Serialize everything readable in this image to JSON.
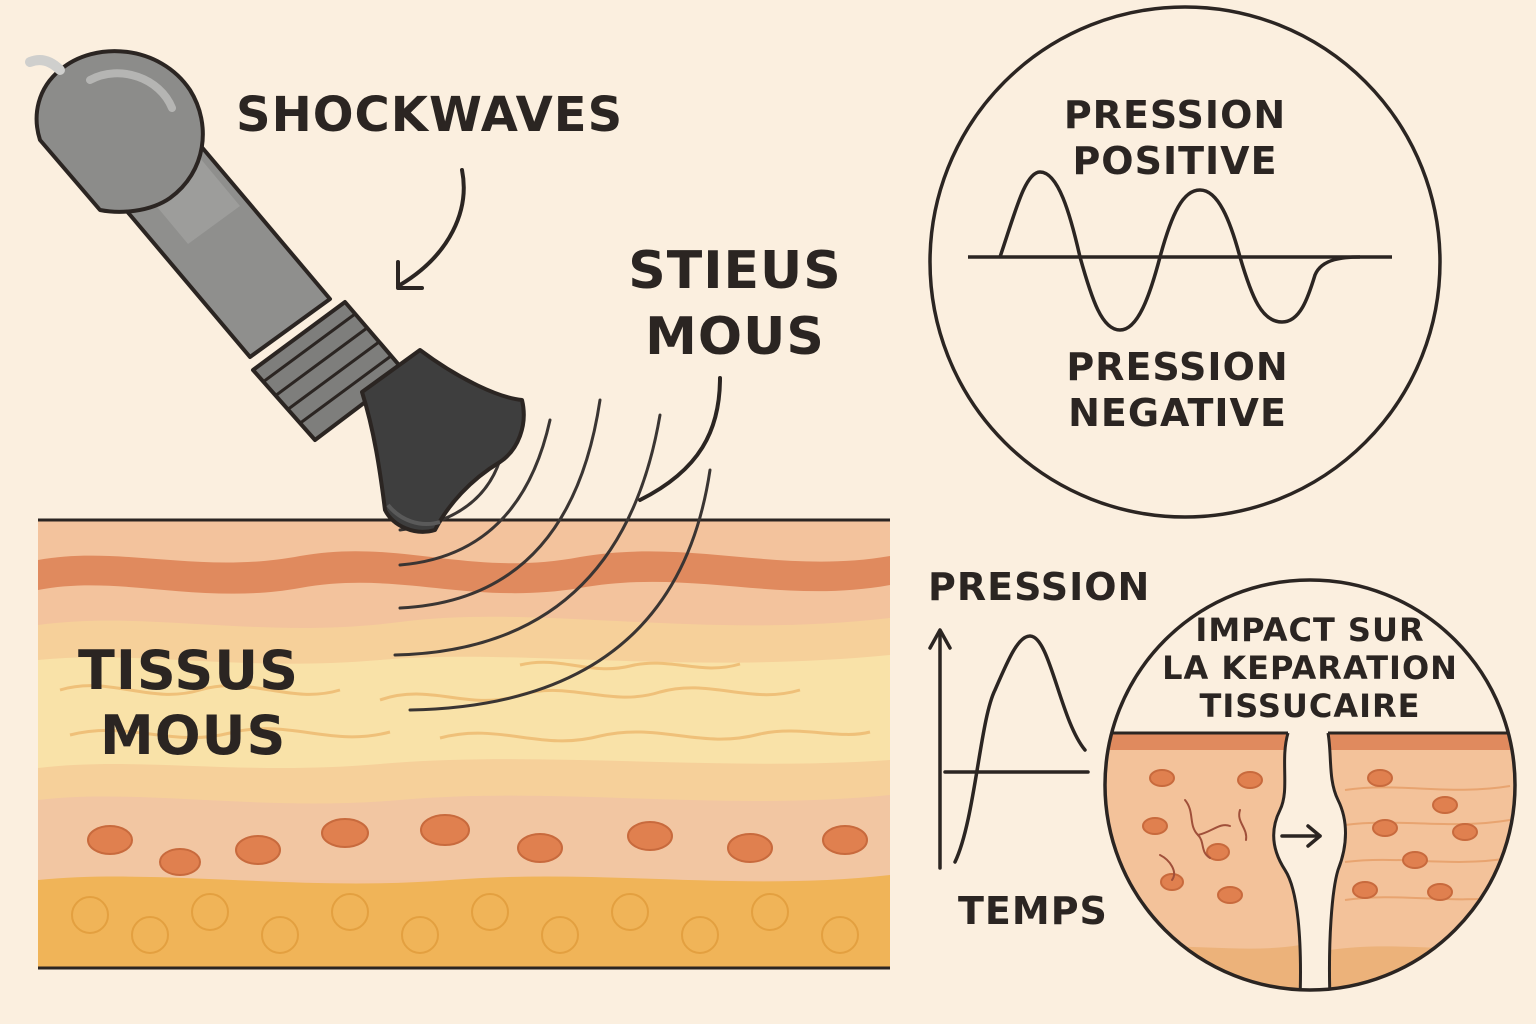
{
  "labels": {
    "shockwaves": "SHOCKWAVES",
    "stieus_line1": "STIEUS",
    "stieus_line2": "MOUS",
    "tissus_line1": "TISSUS",
    "tissus_line2": "MOUS",
    "pression_positive_line1": "PRESSION",
    "pression_positive_line2": "POSITIVE",
    "pression_negative_line1": "PRESSION",
    "pression_negative_line2": "NEGATIVE",
    "graph_y_axis": "PRESSION",
    "graph_x_axis": "TEMPS",
    "impact_line1": "IMPACT SUR",
    "impact_line2": "LA KEPARATION",
    "impact_line3": "TISSUCAIRE"
  },
  "colors": {
    "background": "#fbefdf",
    "ink": "#2b2522",
    "device_body": "#8f8f8d",
    "device_head": "#3e3e3e",
    "skin_top": "#f3c39d",
    "skin_band": "#e08a5e",
    "dermis": "#f6d09a",
    "dermis_light": "#f9e2a8",
    "lower_dermis": "#f2c6a2",
    "fat": "#f0b458",
    "cell": "#e0804f"
  },
  "icons": {
    "device": "shockwave-applicator-icon",
    "waves": "wave-arcs-icon",
    "arrow": "curved-arrow-icon",
    "healing_arrow": "right-arrow-icon"
  }
}
